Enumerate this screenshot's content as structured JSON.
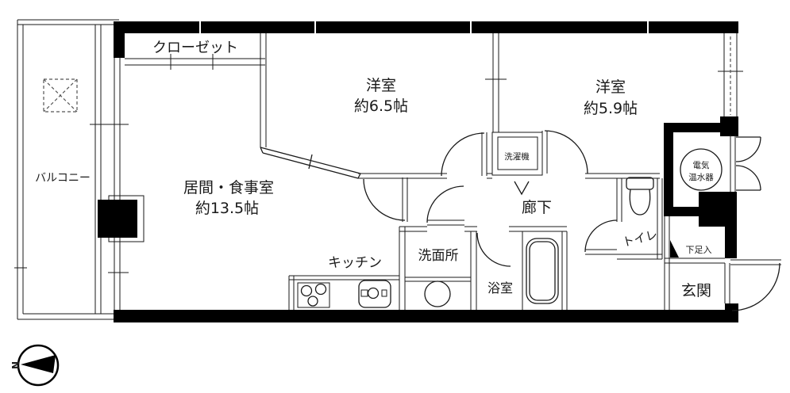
{
  "rooms": {
    "balcony": {
      "label": "バルコニー"
    },
    "closet": {
      "label": "クローゼット"
    },
    "living_dining": {
      "label": "居間・食事室",
      "size": "約13.5帖"
    },
    "western_room_6_5": {
      "label": "洋室",
      "size": "約6.5帖"
    },
    "western_room_5_9": {
      "label": "洋室",
      "size": "約5.9帖"
    },
    "kitchen": {
      "label": "キッチン"
    },
    "washroom": {
      "label": "洗面所"
    },
    "bathroom": {
      "label": "浴室"
    },
    "toilet": {
      "label": "トイレ"
    },
    "corridor": {
      "label": "廊下"
    },
    "entrance": {
      "label": "玄関"
    },
    "shoe_cabinet": {
      "label": "下足入"
    },
    "water_heater": {
      "label_line1": "電気",
      "label_line2": "温水器"
    },
    "washing_machine": {
      "label": "洗濯機"
    }
  },
  "compass": {
    "north": "N"
  },
  "colors": {
    "wall": "#000000",
    "line": "#1a1a1a",
    "background": "#ffffff"
  }
}
